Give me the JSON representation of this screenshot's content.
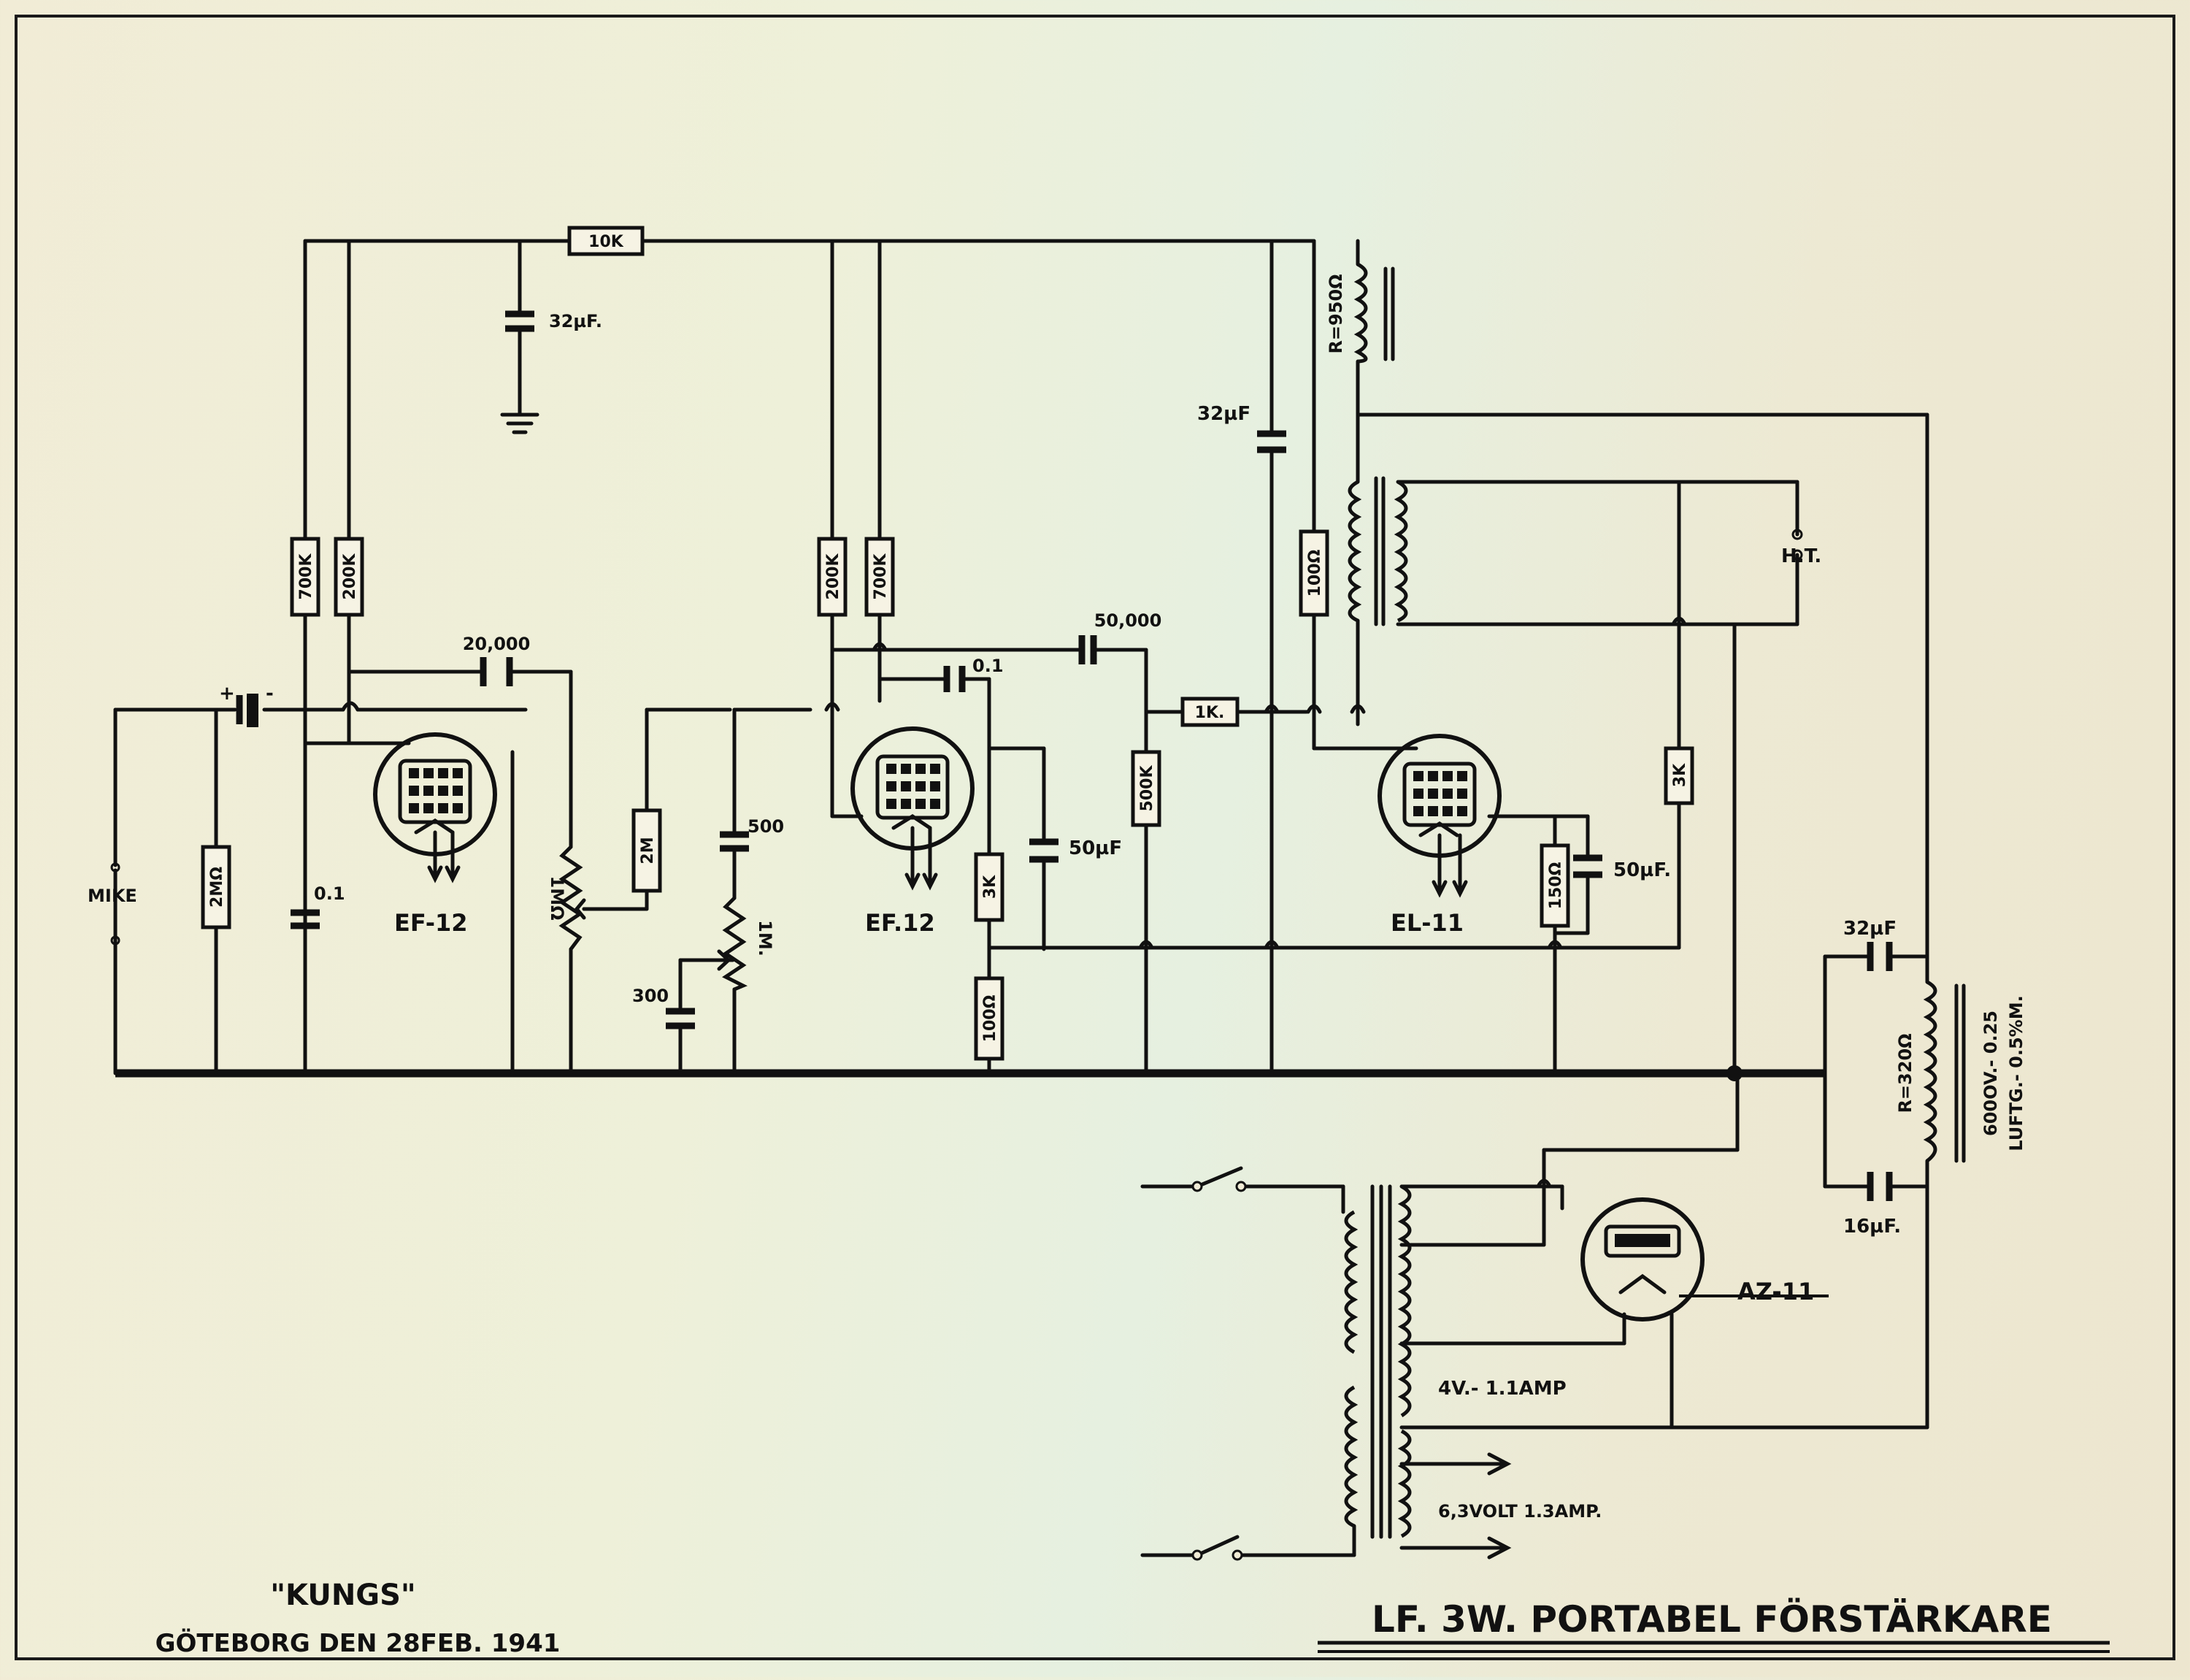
{
  "title": "LF. 3W.  PORTABEL FÖRSTÄRKARE",
  "maker": "\"KUNGS\"",
  "place_date": "GÖTEBORG  DEN 28FEB. 1941",
  "labels": {
    "r_10k": "10K",
    "c_32uf_top": "32µF.",
    "r_700k_a": "700K",
    "r_200k_a": "200K",
    "c_20000": "20,000",
    "r_2mohm": "2MΩ",
    "c_01_a": "0.1",
    "tube1": "EF-12",
    "pot_1mohm": "1MΩ",
    "mike": "MIKE",
    "r_2m": "2M",
    "c_500": "500",
    "pot_1m": "1M.",
    "c_300": "300",
    "r_200k_b": "200K",
    "r_700k_b": "700K",
    "c_01_b": "0.1",
    "c_50000": "50,000",
    "tube2": "EF.12",
    "r_3k_a": "3K",
    "c_50uf_a": "50µF",
    "r_100ohm_a": "100Ω",
    "r_500k": "500K",
    "r_1k": "1K.",
    "c_32uf_mid": "32µF",
    "r_100ohm_b": "100Ω",
    "choke_r950": "R=950Ω",
    "ht": "H.T.",
    "tube3": "EL-11",
    "r_150ohm": "150Ω",
    "c_50uf_b": "50µF.",
    "r_3k_b": "3K",
    "c_32uf_out": "32µF",
    "c_16uf": "16µF.",
    "choke_r320": "R=320Ω",
    "choke_spec1": "600OV.- 0.25",
    "choke_spec2": "LUFTG.- 0.5%M.",
    "tube4": "AZ-11",
    "winding_4v": "4V.- 1.1AMP",
    "winding_63v": "6,3VOLT 1.3AMP."
  }
}
